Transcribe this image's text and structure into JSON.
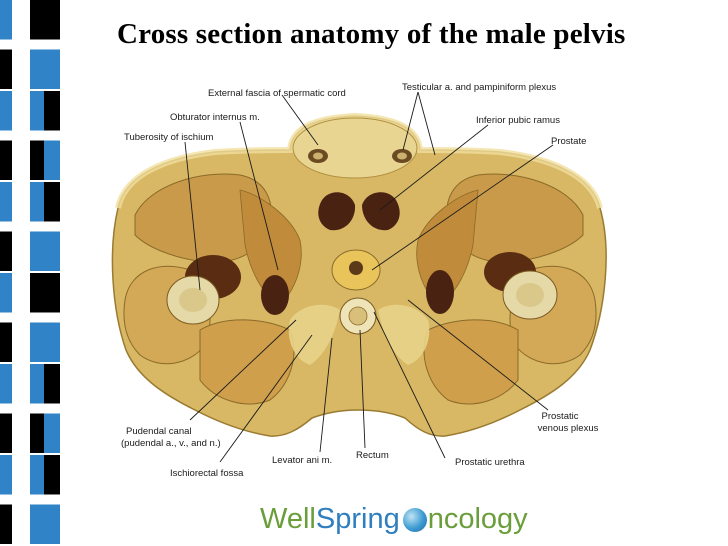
{
  "slide": {
    "title": "Cross section anatomy of the male pelvis"
  },
  "labels": {
    "external_fascia": "External fascia of spermatic cord",
    "testicular": "Testicular a. and pampiniform plexus",
    "obturator": "Obturator internus m.",
    "inferior_pubic": "Inferior pubic ramus",
    "tuberosity": "Tuberosity of ischium",
    "prostate": "Prostate",
    "pudendal_1": "Pudendal canal",
    "pudendal_2": "(pudendal a., v., and n.)",
    "ischiorectal": "Ischiorectal fossa",
    "levator": "Levator ani m.",
    "rectum": "Rectum",
    "prostatic_urethra": "Prostatic urethra",
    "venous_1": "Prostatic",
    "venous_2": "venous plexus"
  },
  "logo": {
    "part1": "Well",
    "part2": "Spring",
    "part3": "ncology"
  },
  "colors": {
    "tissue_fill": "#d8b865",
    "muscle": "#c99a4a",
    "bone_dark": "#4a2212",
    "fat": "#e8d38a",
    "stripe_blue": "#2f83c6",
    "stripe_black": "#000000"
  }
}
